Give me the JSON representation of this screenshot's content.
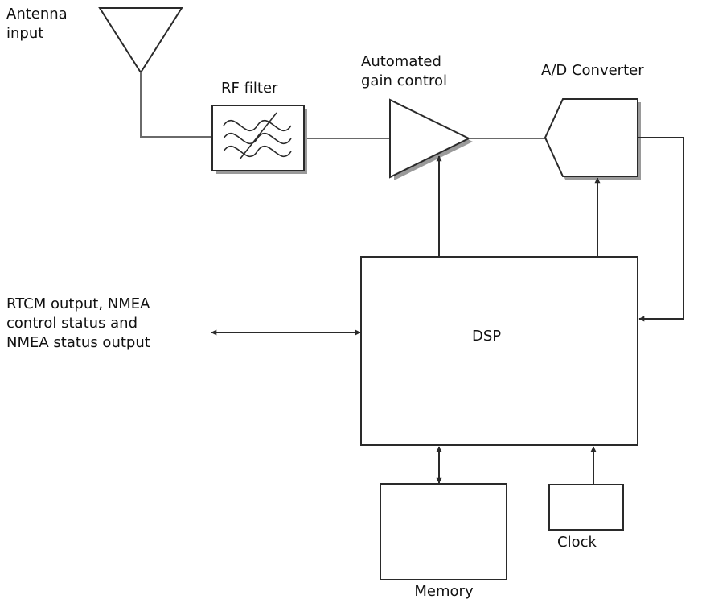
{
  "labels": {
    "antenna": [
      "Antenna",
      "input"
    ],
    "rf_filter": "RF filter",
    "agc": [
      "Automated",
      "gain control"
    ],
    "adc": "A/D Converter",
    "io": [
      "RTCM output, NMEA",
      "control status and",
      "NMEA status output"
    ],
    "dsp": "DSP",
    "memory": "Memory",
    "clock": "Clock"
  },
  "colors": {
    "line": "#2a2a2a",
    "shadow": "#9a9a9a",
    "text": "#111111"
  }
}
